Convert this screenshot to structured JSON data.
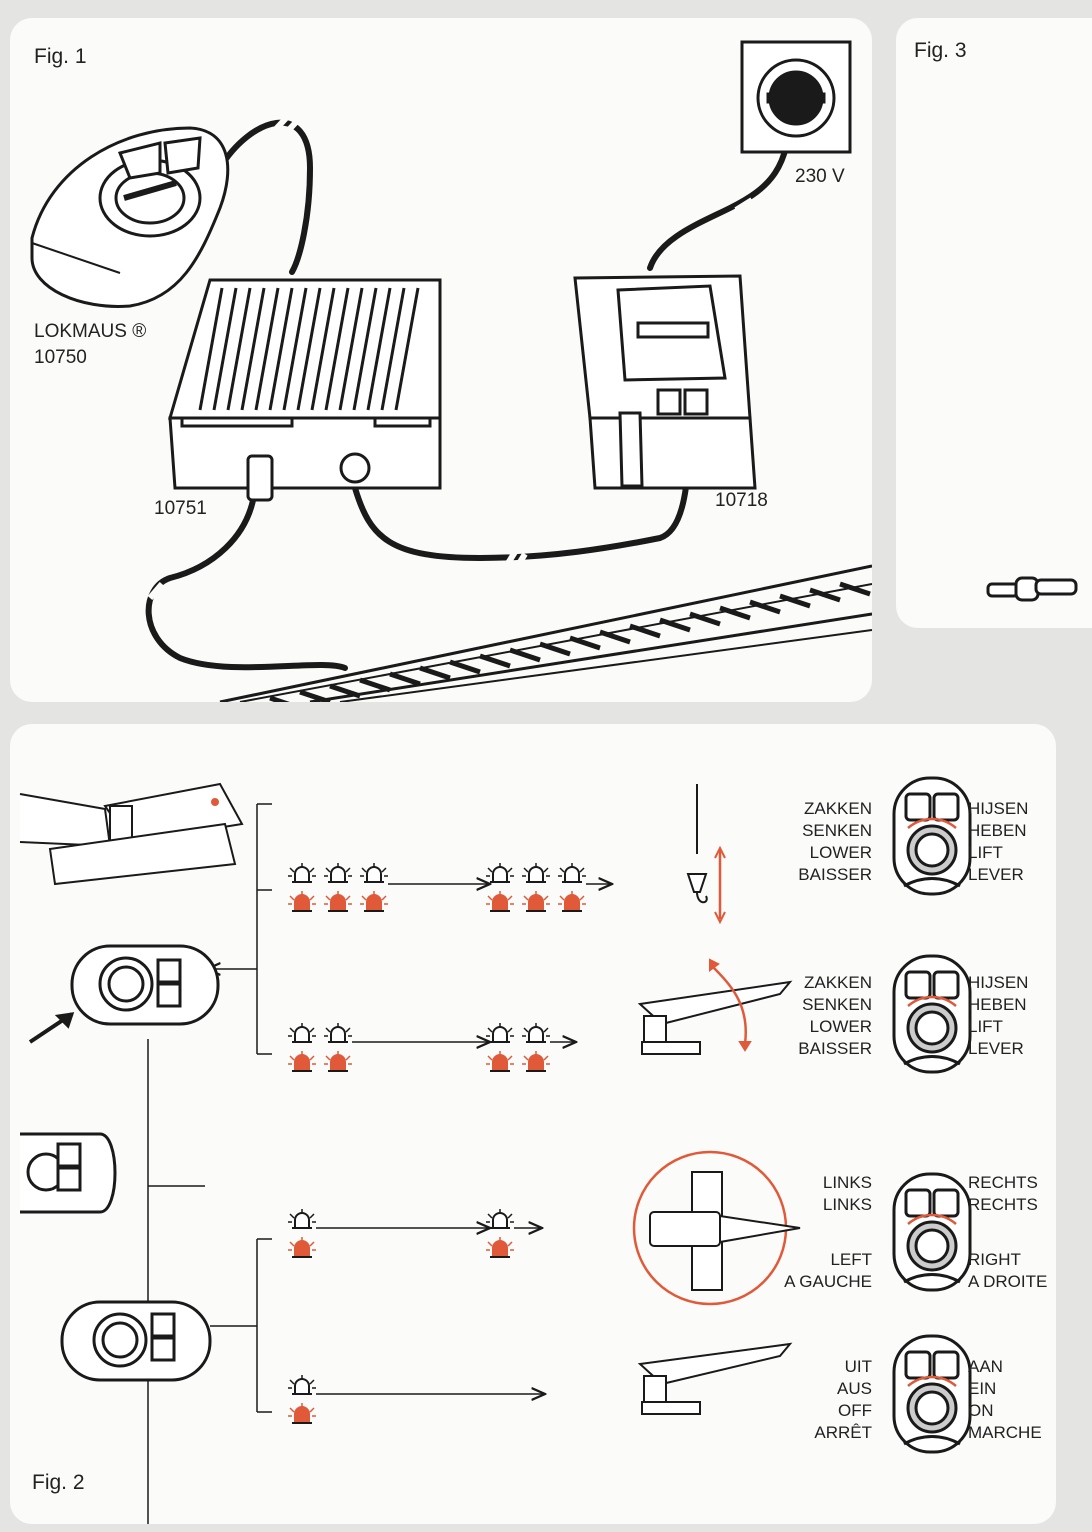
{
  "fig1": {
    "caption": "Fig. 1",
    "lokmaus_name": "LOKMAUS ®",
    "lokmaus_number": "10750",
    "box_number": "10751",
    "transformer_number": "10718",
    "voltage": "230 V"
  },
  "fig3": {
    "caption": "Fig. 3"
  },
  "fig2": {
    "caption": "Fig. 2",
    "row1": {
      "left": [
        "ZAKKEN",
        "SENKEN",
        "LOWER",
        "BAISSER"
      ],
      "right": [
        "HIJSEN",
        "HEBEN",
        "LIFT",
        "LEVER"
      ]
    },
    "row2": {
      "left": [
        "ZAKKEN",
        "SENKEN",
        "LOWER",
        "BAISSER"
      ],
      "right": [
        "HIJSEN",
        "HEBEN",
        "LIFT",
        "LEVER"
      ]
    },
    "row3": {
      "left_top": [
        "LINKS",
        "LINKS"
      ],
      "left_bottom": [
        "LEFT",
        "A GAUCHE"
      ],
      "right_top": [
        "RECHTS",
        "RECHTS"
      ],
      "right_bottom": [
        "RIGHT",
        "A DROITE"
      ]
    },
    "row4": {
      "left": [
        "UIT",
        "AUS",
        "OFF",
        "ARRÊT"
      ],
      "right": [
        "AAN",
        "EIN",
        "ON",
        "MARCHE"
      ]
    }
  },
  "colors": {
    "accent": "#e05a3a",
    "ink": "#1a1a1a",
    "panel": "#fbfbfa"
  }
}
